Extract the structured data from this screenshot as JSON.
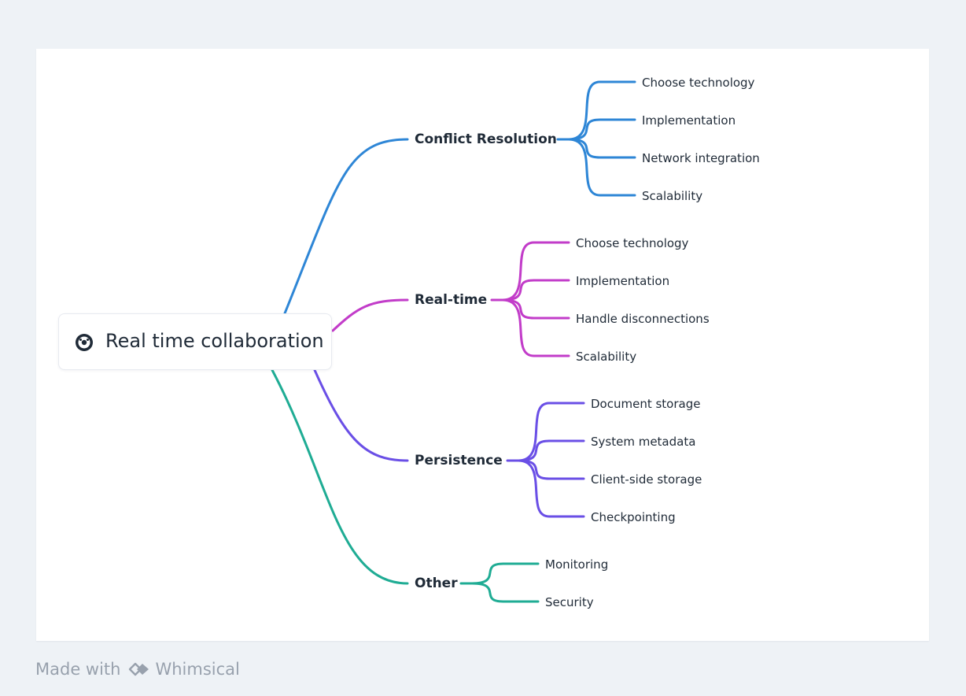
{
  "root": {
    "label": "Real time collaboration",
    "icon": "collaboration-icon"
  },
  "branches": [
    {
      "label": "Conflict Resolution",
      "color": "#2e86d6",
      "children": [
        "Choose technology",
        "Implementation",
        "Network integration",
        "Scalability"
      ]
    },
    {
      "label": "Real-time",
      "color": "#c23cc9",
      "children": [
        "Choose technology",
        "Implementation",
        "Handle disconnections",
        "Scalability"
      ]
    },
    {
      "label": "Persistence",
      "color": "#6a4fe6",
      "children": [
        "Document storage",
        "System metadata",
        "Client-side storage",
        "Checkpointing"
      ]
    },
    {
      "label": "Other",
      "color": "#1fac94",
      "children": [
        "Monitoring",
        "Security"
      ]
    }
  ],
  "footer": {
    "made_with": "Made with",
    "brand": "Whimsical",
    "brand_icon": "whimsical-logo-icon"
  }
}
